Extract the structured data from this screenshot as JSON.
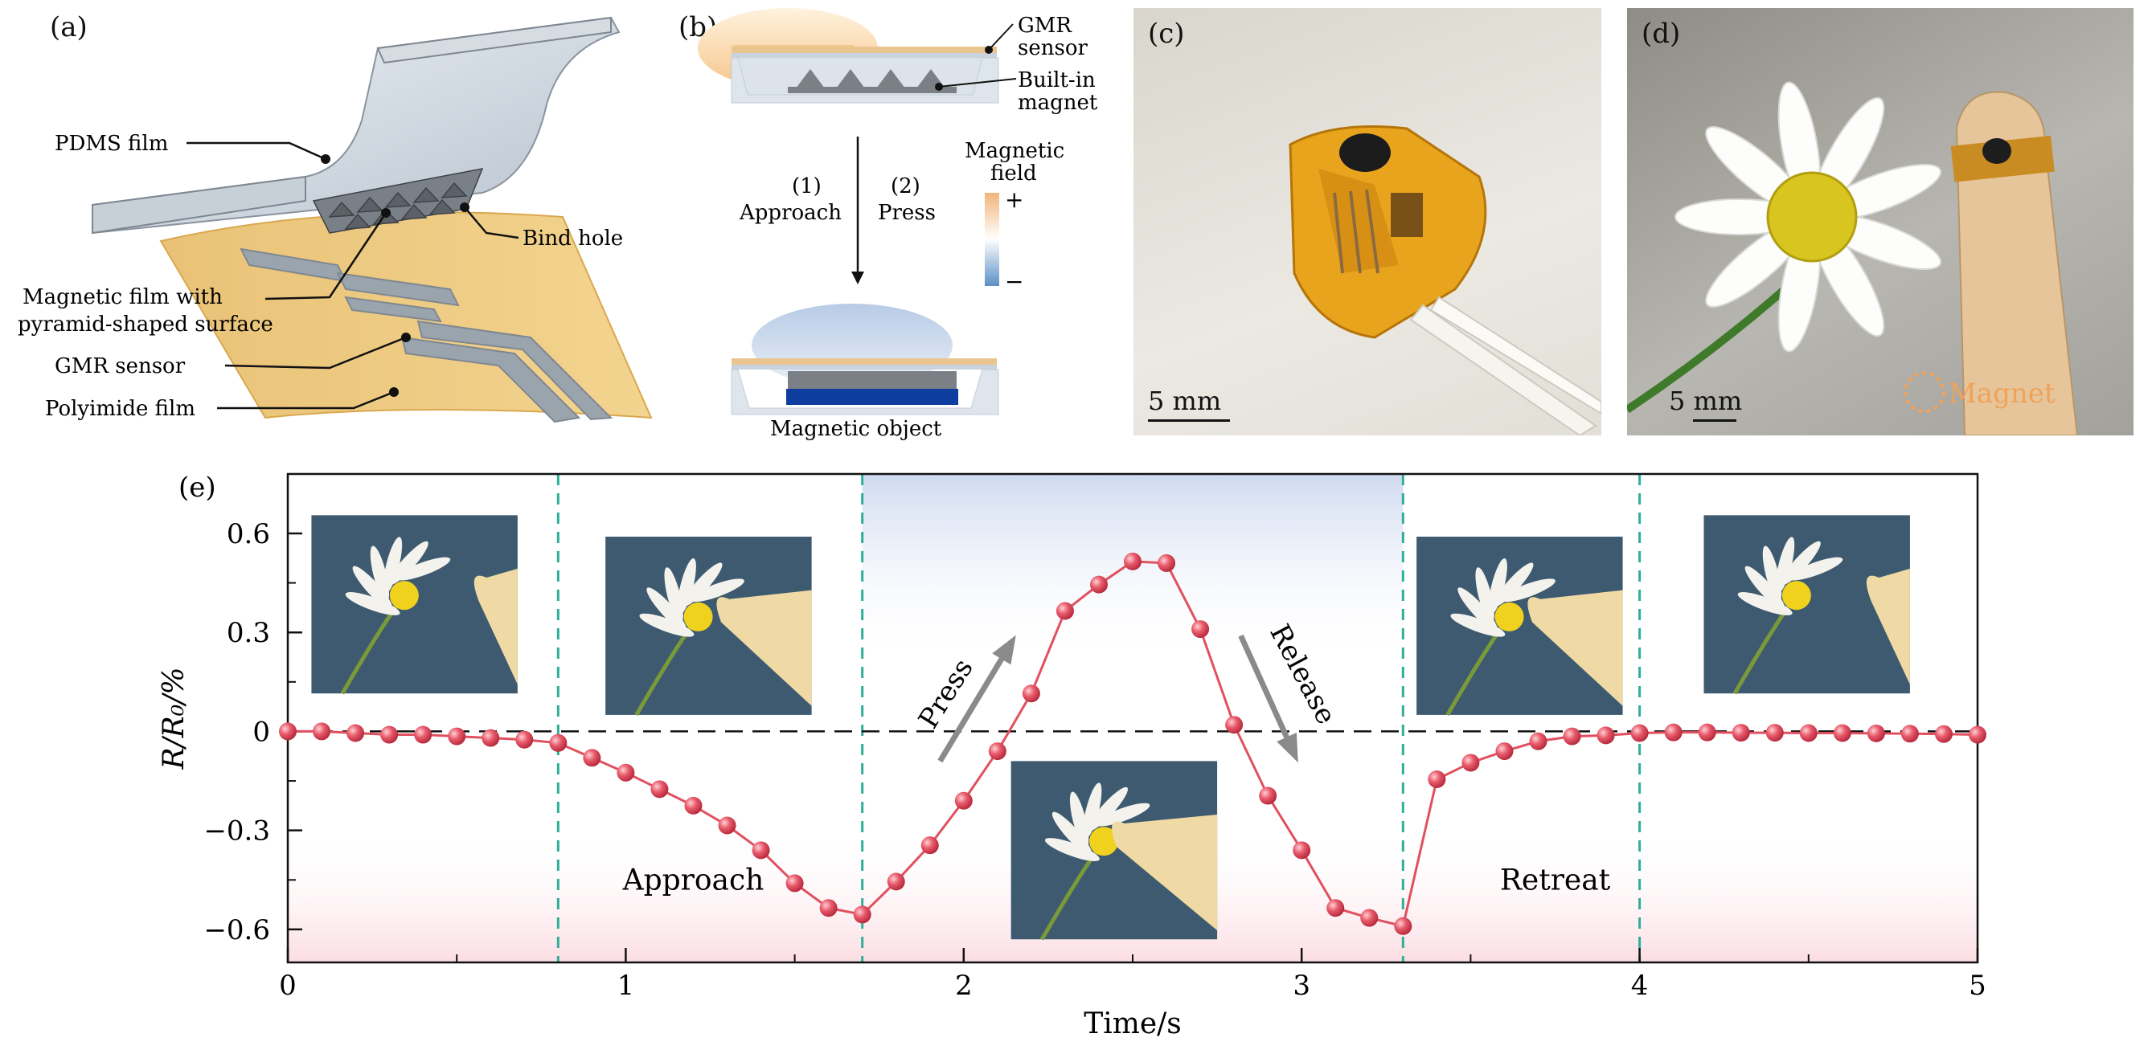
{
  "panels": {
    "a": {
      "label": "(a)",
      "callouts": [
        "PDMS film",
        "Bind hole",
        "Magnetic film with",
        "pyramid-shaped surface",
        "GMR sensor",
        "Polyimide film"
      ]
    },
    "b": {
      "label": "(b)",
      "gmr_label": [
        "GMR",
        "sensor"
      ],
      "magnet_label": [
        "Built-in",
        "magnet"
      ],
      "step1_num": "(1)",
      "step1": "Approach",
      "step2_num": "(2)",
      "step2": "Press",
      "field_title": [
        "Magnetic",
        "field"
      ],
      "field_plus": "+",
      "field_minus": "−",
      "object_label": "Magnetic object"
    },
    "c": {
      "label": "(c)",
      "scale": "5 mm"
    },
    "d": {
      "label": "(d)",
      "scale": "5 mm",
      "magnet_label": "Magnet"
    },
    "e": {
      "label": "(e)"
    }
  },
  "chart_data": {
    "type": "line",
    "xlabel": "Time/s",
    "ylabel": "R/R₀/%",
    "xlim": [
      0,
      5
    ],
    "ylim": [
      -0.7,
      0.78
    ],
    "xticks": [
      0,
      1,
      2,
      3,
      4,
      5
    ],
    "yticks": [
      -0.6,
      -0.3,
      0,
      0.3,
      0.6
    ],
    "ytick_labels": [
      "−0.6",
      "−0.3",
      "0",
      "0.3",
      "0.6"
    ],
    "phase_boundaries": [
      0.8,
      1.7,
      3.3,
      4.0
    ],
    "phase_labels": [
      {
        "text": "Approach",
        "x": 1.2,
        "y": -0.45
      },
      {
        "text": "Retreat",
        "x": 3.75,
        "y": -0.45
      }
    ],
    "arrow_labels": [
      "Press",
      "Release"
    ],
    "baseline": 0,
    "grid": false,
    "color": "#e0505f",
    "x": [
      0,
      0.1,
      0.2,
      0.3,
      0.4,
      0.5,
      0.6,
      0.7,
      0.8,
      0.9,
      1.0,
      1.1,
      1.2,
      1.3,
      1.4,
      1.5,
      1.6,
      1.7,
      1.8,
      1.9,
      2.0,
      2.1,
      2.2,
      2.3,
      2.4,
      2.5,
      2.6,
      2.7,
      2.8,
      2.9,
      3.0,
      3.1,
      3.2,
      3.3,
      3.4,
      3.5,
      3.6,
      3.7,
      3.8,
      3.9,
      4.0,
      4.1,
      4.2,
      4.3,
      4.4,
      4.5,
      4.6,
      4.7,
      4.8,
      4.9,
      5.0
    ],
    "y": [
      0,
      0,
      -0.005,
      -0.01,
      -0.01,
      -0.015,
      -0.02,
      -0.025,
      -0.035,
      -0.08,
      -0.125,
      -0.175,
      -0.225,
      -0.285,
      -0.36,
      -0.46,
      -0.535,
      -0.555,
      -0.455,
      -0.345,
      -0.21,
      -0.06,
      0.115,
      0.365,
      0.445,
      0.515,
      0.51,
      0.31,
      0.02,
      -0.195,
      -0.36,
      -0.535,
      -0.565,
      -0.59,
      -0.145,
      -0.095,
      -0.06,
      -0.03,
      -0.015,
      -0.012,
      -0.005,
      -0.003,
      -0.003,
      -0.004,
      -0.004,
      -0.005,
      -0.005,
      -0.006,
      -0.007,
      -0.008,
      -0.01
    ]
  }
}
